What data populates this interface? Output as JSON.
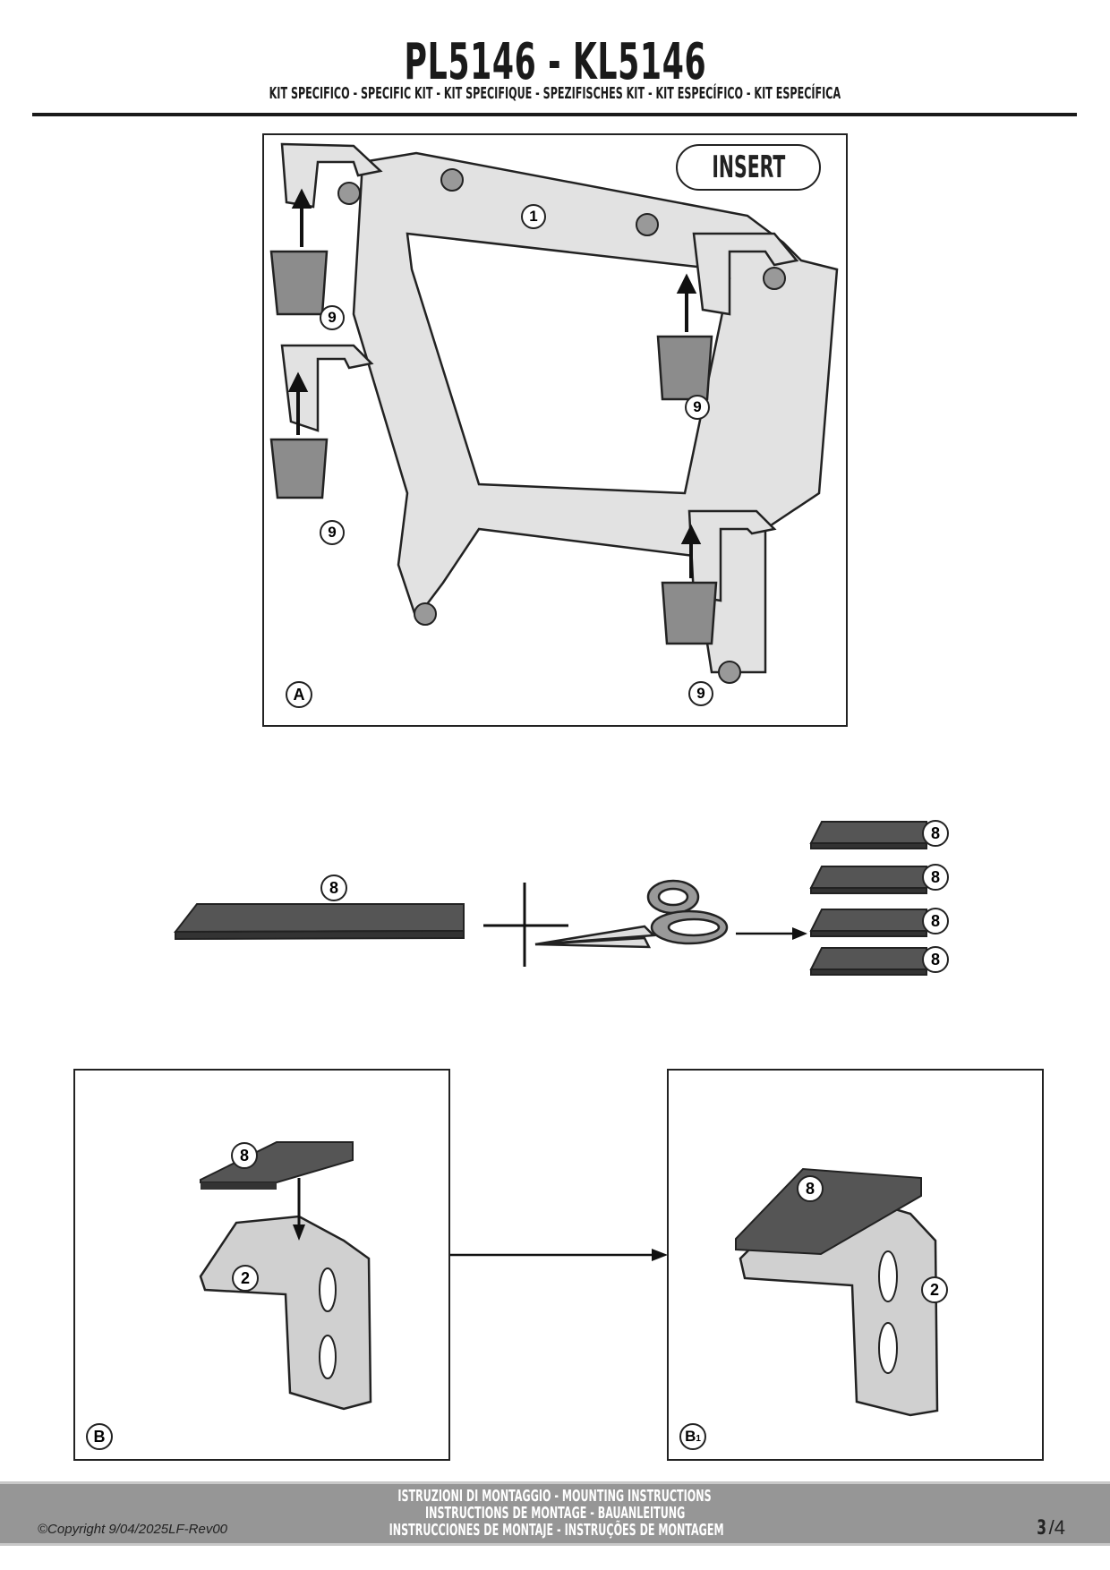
{
  "header": {
    "title": "PL5146 - KL5146",
    "subtitle": "KIT SPECIFICO - SPECIFIC KIT - KIT SPECIFIQUE - SPEZIFISCHES KIT - KIT ESPECÍFICO - KIT ESPECÍFICA"
  },
  "figure_a": {
    "label": "A",
    "badge": "INSERT",
    "callouts": {
      "frame": "1",
      "pad": "9"
    }
  },
  "strip": {
    "callout": "8"
  },
  "figure_b": {
    "label": "B",
    "callouts": {
      "pad": "8",
      "bracket": "2"
    }
  },
  "figure_b1": {
    "label": "B",
    "sub": "1",
    "callouts": {
      "pad": "8",
      "bracket": "2"
    }
  },
  "footer": {
    "lines": [
      "ISTRUZIONI DI MONTAGGIO  -  MOUNTING INSTRUCTIONS",
      "INSTRUCTIONS DE MONTAGE - BAUANLEITUNG",
      "INSTRUCCIONES DE MONTAJE - INSTRUÇÕES DE MONTAGEM"
    ],
    "copyright": "©Copyright 9/04/2025LF-Rev00",
    "page_current": "3",
    "page_total": "/4"
  },
  "colors": {
    "footer_bg": "#969696",
    "part": "#d9d9d9",
    "pad": "#555555"
  }
}
